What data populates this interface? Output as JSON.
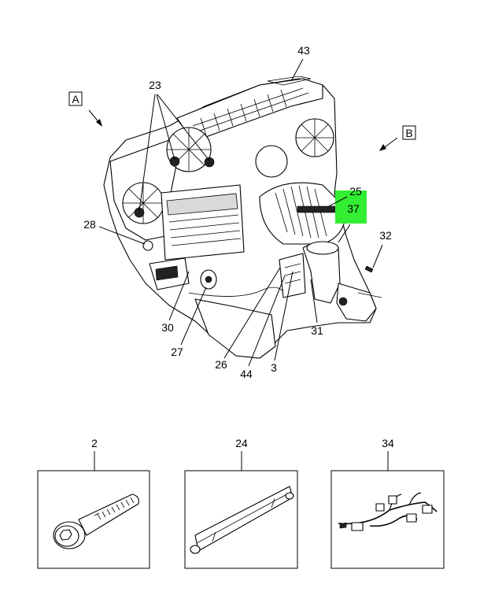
{
  "view_labels": {
    "a": "A",
    "b": "B"
  },
  "callouts": {
    "c43": "43",
    "c23": "23",
    "c25": "25",
    "c37": "37",
    "c28": "28",
    "c32": "32",
    "c30": "30",
    "c27": "27",
    "c26": "26",
    "c44": "44",
    "c3": "3",
    "c31": "31"
  },
  "highlight": {
    "callout": "37",
    "color": "#33ee33"
  },
  "parts": [
    {
      "callout": "2",
      "icon": "bolt-icon"
    },
    {
      "callout": "24",
      "icon": "seal-strip-icon"
    },
    {
      "callout": "34",
      "icon": "wiring-harness-icon"
    }
  ]
}
